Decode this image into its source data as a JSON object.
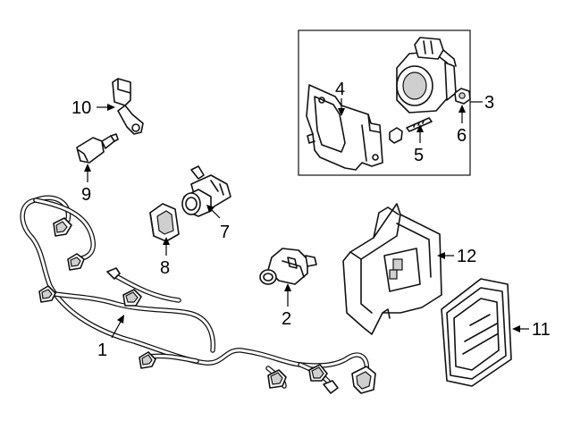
{
  "diagram": {
    "callouts": {
      "c1": "1",
      "c2": "2",
      "c3": "3",
      "c4": "4",
      "c5": "5",
      "c6": "6",
      "c7": "7",
      "c8": "8",
      "c9": "9",
      "c10": "10",
      "c11": "11",
      "c12": "12"
    }
  },
  "colors": {
    "line": "#111111",
    "background": "#ffffff",
    "shade": "#cfcfcf"
  }
}
